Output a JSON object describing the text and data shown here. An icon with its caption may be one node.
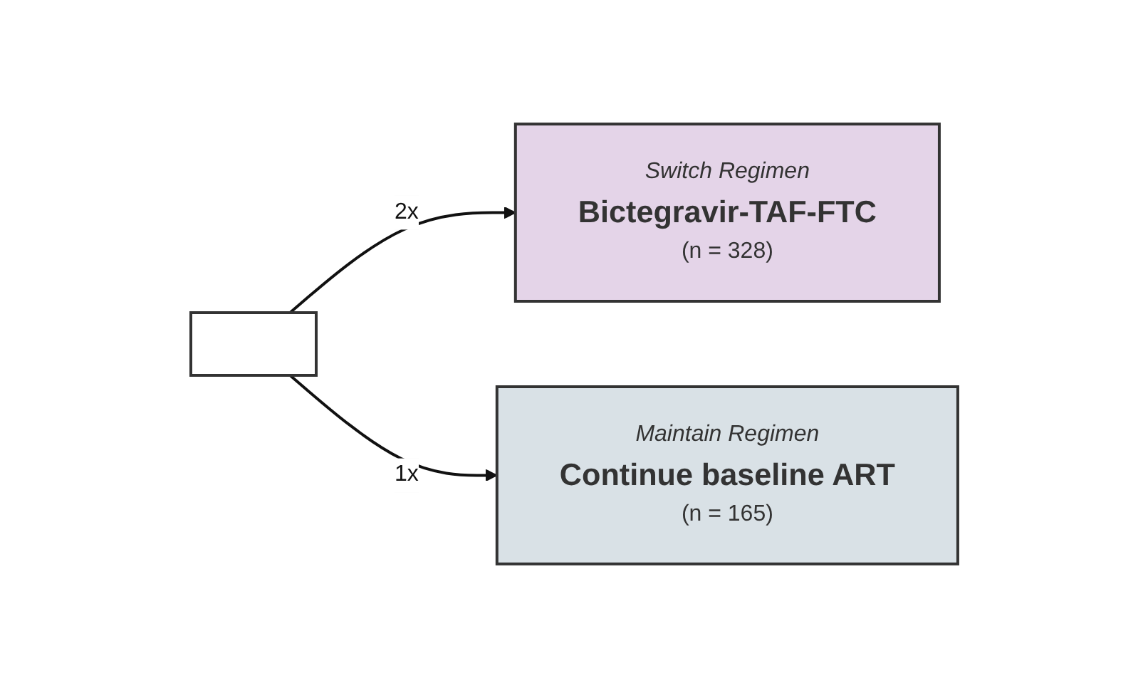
{
  "diagram": {
    "nodes": [
      {
        "text": [],
        "shape": "box"
      },
      {
        "text": [
          "Switch Regimen",
          "Bictegravir-TAF-FTC",
          "(n = 328)"
        ]
      },
      {
        "text": [
          "Maintain Regimen",
          "Continue baseline ART",
          "(n = 165)"
        ]
      }
    ],
    "edges": [
      {
        "from": 0,
        "to": 1,
        "arrow": "to",
        "label": "2x"
      },
      {
        "from": 0,
        "to": 2,
        "arrow": "to",
        "label": "1x"
      }
    ]
  }
}
